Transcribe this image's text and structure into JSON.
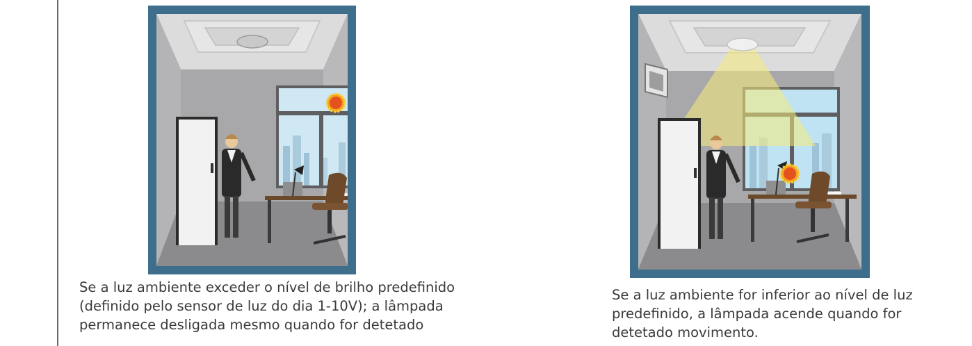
{
  "panels": [
    {
      "scene": "light-off",
      "caption_lines": [
        "Se a luz ambiente exceder o nível de brilho predefinido",
        "(definido pelo sensor de luz do dia 1-10V); a lâmpada",
        "permanece desligada mesmo quando for detetado"
      ]
    },
    {
      "scene": "light-on",
      "caption_lines": [
        "Se a luz ambiente for inferior ao nível de luz",
        "predefinido, a lâmpada acende quando for",
        "detetado movimento."
      ]
    }
  ],
  "colors": {
    "frame": "#3e6e8c",
    "wall": "#a9a9ab",
    "ceiling": "#d9d9d9",
    "floor": "#8a8a8c",
    "sky": "#bfe3f3",
    "sun": "#f4a521",
    "light_beam": "#f6ec7a"
  }
}
